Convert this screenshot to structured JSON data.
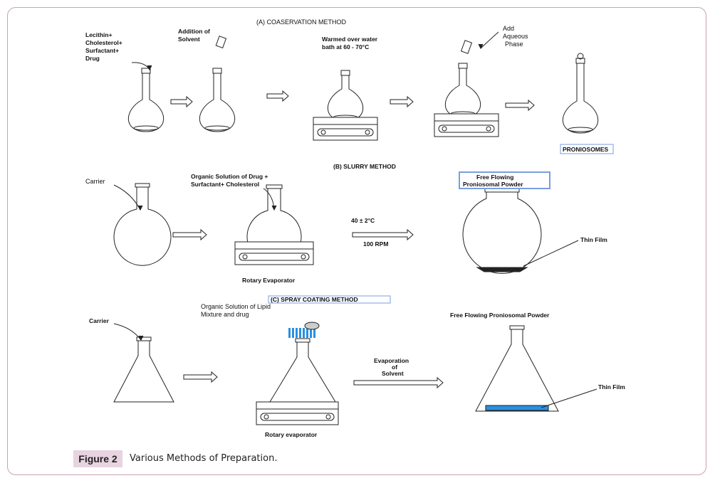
{
  "figure": {
    "label": "Figure 2",
    "caption": "Various Methods of Preparation."
  },
  "sectionA": {
    "title": "(A)      COASERVATION METHOD",
    "ingredients": [
      "Lecithin+",
      "Cholesterol+",
      "Surfactant+",
      "Drug"
    ],
    "solvent": [
      "Addition of",
      "Solvent"
    ],
    "warm": [
      "Warmed over water",
      "bath at 60 - 70°C"
    ],
    "aqueous": [
      "Add",
      "Aqueous",
      "Phase"
    ],
    "product": "PRONIOSOMES"
  },
  "sectionB": {
    "title": "(B)    SLURRY METHOD",
    "carrier": "Carrier",
    "organic": [
      "Organic Solution of Drug +",
      "Surfactant+ Cholesterol"
    ],
    "temp": "40 ± 2°C",
    "rpm": "100  RPM",
    "device": "Rotary Evaporator",
    "powder": [
      "Free Flowing",
      "Proniosomal Powder"
    ],
    "film": "Thin Film"
  },
  "sectionC": {
    "title": "(C)  SPRAY COATING METHOD",
    "carrier": "Carrier",
    "organic": [
      "Organic Solution of Lipid",
      "Mixture and drug"
    ],
    "evap": [
      "Evaporation",
      "of",
      "Solvent"
    ],
    "device": "Rotary  evaporator",
    "powder": "Free Flowing Proniosomal Powder",
    "film": "Thin Film"
  },
  "colors": {
    "frame": "#c9a0b5",
    "label_bg": "#e8d3e0",
    "film_blue": "#2a8fe0",
    "highlight_box": "#7a9ee0"
  }
}
